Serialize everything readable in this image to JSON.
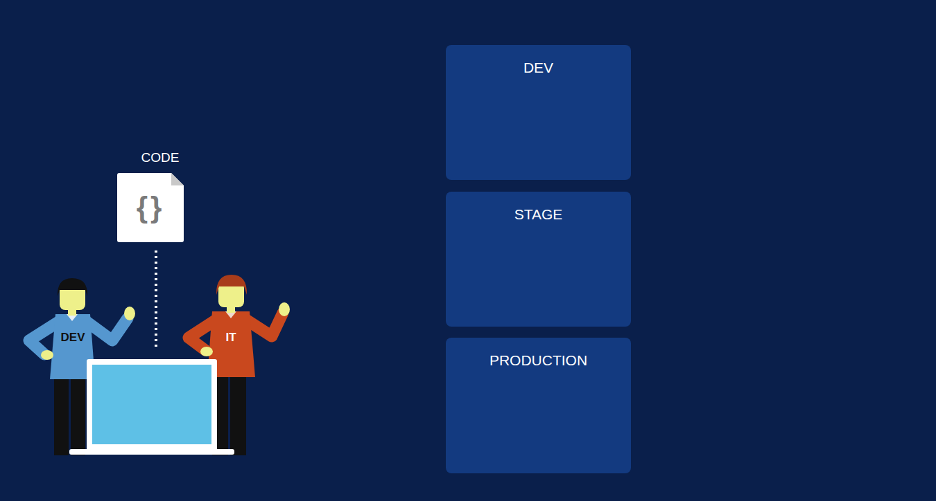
{
  "diagram": {
    "nodes": [
      {
        "text": [
          "CODE",
          "{}"
        ]
      },
      {
        "text": [
          "DEV"
        ]
      },
      {
        "text": [
          "STAGE"
        ]
      },
      {
        "text": [
          "PRODUCTION"
        ]
      }
    ],
    "labels": [
      "DEV",
      "IT"
    ]
  }
}
